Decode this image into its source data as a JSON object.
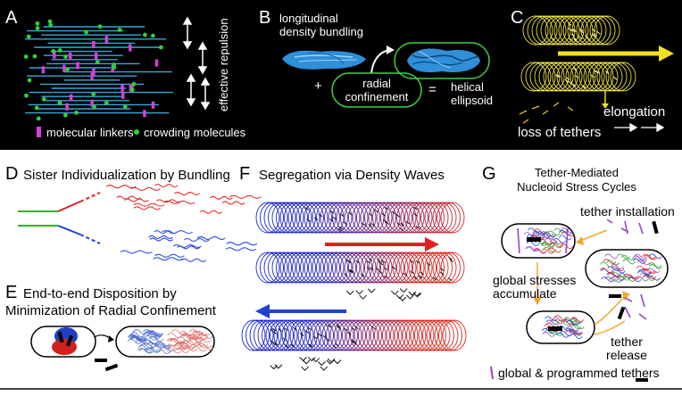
{
  "panels": {
    "A": {
      "letter": "A",
      "labels": {
        "repulsion": "effective repulsion",
        "linkers": "molecular linkers",
        "crowding": "crowding molecules"
      },
      "colors": {
        "filament": "#3aa6d8",
        "linker": "#d93fd9",
        "crowder": "#2fd13a"
      }
    },
    "B": {
      "letter": "B",
      "labels": {
        "bundling_line1": "longitudinal",
        "bundling_line2": "density bundling",
        "plus": "+",
        "confinement_line1": "radial",
        "confinement_line2": "confinement",
        "equals": "=",
        "result_line1": "helical",
        "result_line2": "ellipsoid"
      },
      "colors": {
        "bundle": "#2f8fd8",
        "box": "#3fcf3f"
      }
    },
    "C": {
      "letter": "C",
      "labels": {
        "elongation": "elongation",
        "loss": "loss of tethers"
      },
      "colors": {
        "coil": "#e8e040",
        "arrow": "#f0e020"
      }
    },
    "D": {
      "letter": "D",
      "title": "Sister Individualization by Bundling",
      "colors": {
        "red": "#e02020",
        "blue": "#2040e0",
        "green": "#30b030"
      }
    },
    "E": {
      "letter": "E",
      "title_line1": "End-to-end Disposition by",
      "title_line2": "Minimization of Radial Confinement"
    },
    "F": {
      "letter": "F",
      "title": "Segregation via Density Waves",
      "colors": {
        "red": "#e02020",
        "blue": "#2040d0"
      }
    },
    "G": {
      "letter": "G",
      "title_line1": "Tether-Mediated",
      "title_line2": "Nucleoid Stress Cycles",
      "labels": {
        "installation": "tether installation",
        "stresses_line1": "global stresses",
        "stresses_line2": "accumulate",
        "release_line1": "tether",
        "release_line2": "release",
        "legend": "global & programmed tethers"
      },
      "colors": {
        "arrow": "#f0a830",
        "tether": "#9a40d0"
      }
    }
  }
}
